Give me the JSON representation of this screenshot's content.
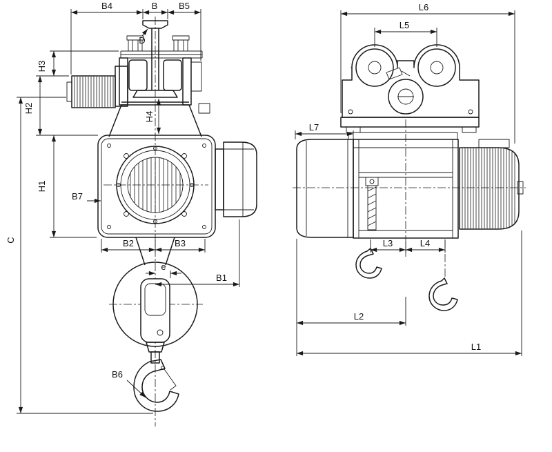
{
  "drawing": {
    "subject": "hoist-with-trolley-dimension-drawing",
    "colors": {
      "line": "#1a1a1a",
      "background": "#ffffff"
    },
    "front_dims": {
      "B4": "B4",
      "B": "B",
      "B5": "B5",
      "D": "D",
      "H3": "H3",
      "H2": "H2",
      "H1": "H1",
      "H4": "H4",
      "B7": "B7",
      "B2": "B2",
      "B3": "B3",
      "e": "e",
      "B1": "B1",
      "B6": "B6",
      "C": "C"
    },
    "side_dims": {
      "L6": "L6",
      "L5": "L5",
      "L7": "L7",
      "L3": "L3",
      "L4": "L4",
      "L2": "L2",
      "L1": "L1"
    }
  }
}
